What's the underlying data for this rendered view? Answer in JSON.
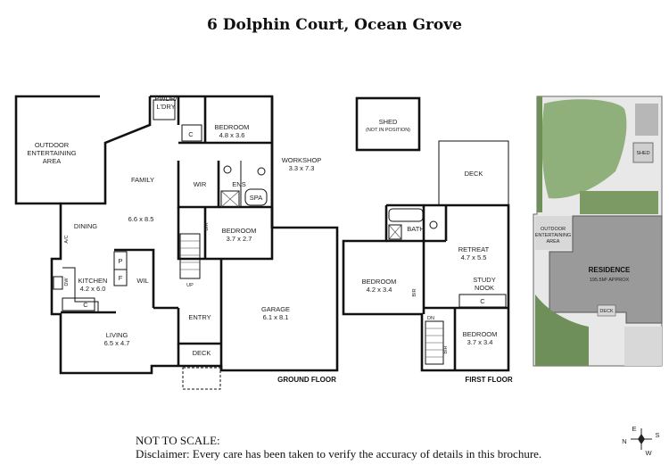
{
  "title": "6 Dolphin Court, Ocean Grove",
  "floors": {
    "ground": "GROUND FLOOR",
    "first": "FIRST FLOOR"
  },
  "rooms": {
    "outdoor1": "OUTDOOR",
    "outdoor2": "ENTERTAINING",
    "outdoor3": "AREA",
    "pwdr1": "PWDR/",
    "pwdr2": "L'DRY",
    "bed1_name": "BEDROOM",
    "bed1_size": "4.8 x 3.6",
    "workshop_name": "WORKSHOP",
    "workshop_size": "3.3 x 7.3",
    "family_name": "FAMILY",
    "family_size": "6.6 x 8.5",
    "wir": "WIR",
    "ens": "ENS",
    "spa": "SPA",
    "dining": "DINING",
    "bir": "BIR",
    "bed2_name": "BEDROOM",
    "bed2_size": "3.7 x 2.7",
    "ac": "A/C",
    "kitchen_name": "KITCHEN",
    "kitchen_size": "4.2 x 6.0",
    "dw": "DW",
    "wil": "WIL",
    "p": "P",
    "f": "F",
    "c": "C",
    "up": "UP",
    "garage_name": "GARAGE",
    "garage_size": "6.1 x 8.1",
    "living_name": "LIVING",
    "living_size": "6.5 x 4.7",
    "entry": "ENTRY",
    "deck": "DECK",
    "shed_name": "SHED",
    "shed_note": "(NOT IN POSITION)",
    "bath": "BATH",
    "retreat_name": "RETREAT",
    "retreat_size": "4.7 x 5.5",
    "study1": "STUDY",
    "study2": "NOOK",
    "bed3_name": "BEDROOM",
    "bed3_size": "4.2 x 3.4",
    "bed4_name": "BEDROOM",
    "bed4_size": "3.7 x 3.4",
    "dn": "DN"
  },
  "site": {
    "residence": "RESIDENCE",
    "area": "195.5M² APPROX",
    "outdoor1": "OUTDOOR",
    "outdoor2": "ENTERTAINING",
    "outdoor3": "AREA",
    "shed": "SHED",
    "deck": "DECK"
  },
  "compass": {
    "n": "N",
    "e": "E",
    "s": "S",
    "w": "W"
  },
  "footer": {
    "scale": "NOT TO SCALE:",
    "disclaimer": "Disclaimer: Every care has been taken to verify the accuracy of details in this brochure."
  },
  "colors": {
    "lawn": "#8fb07a",
    "garden": "#6f8f5a",
    "residence": "#9a9a9a",
    "path": "#d8d8d8"
  }
}
